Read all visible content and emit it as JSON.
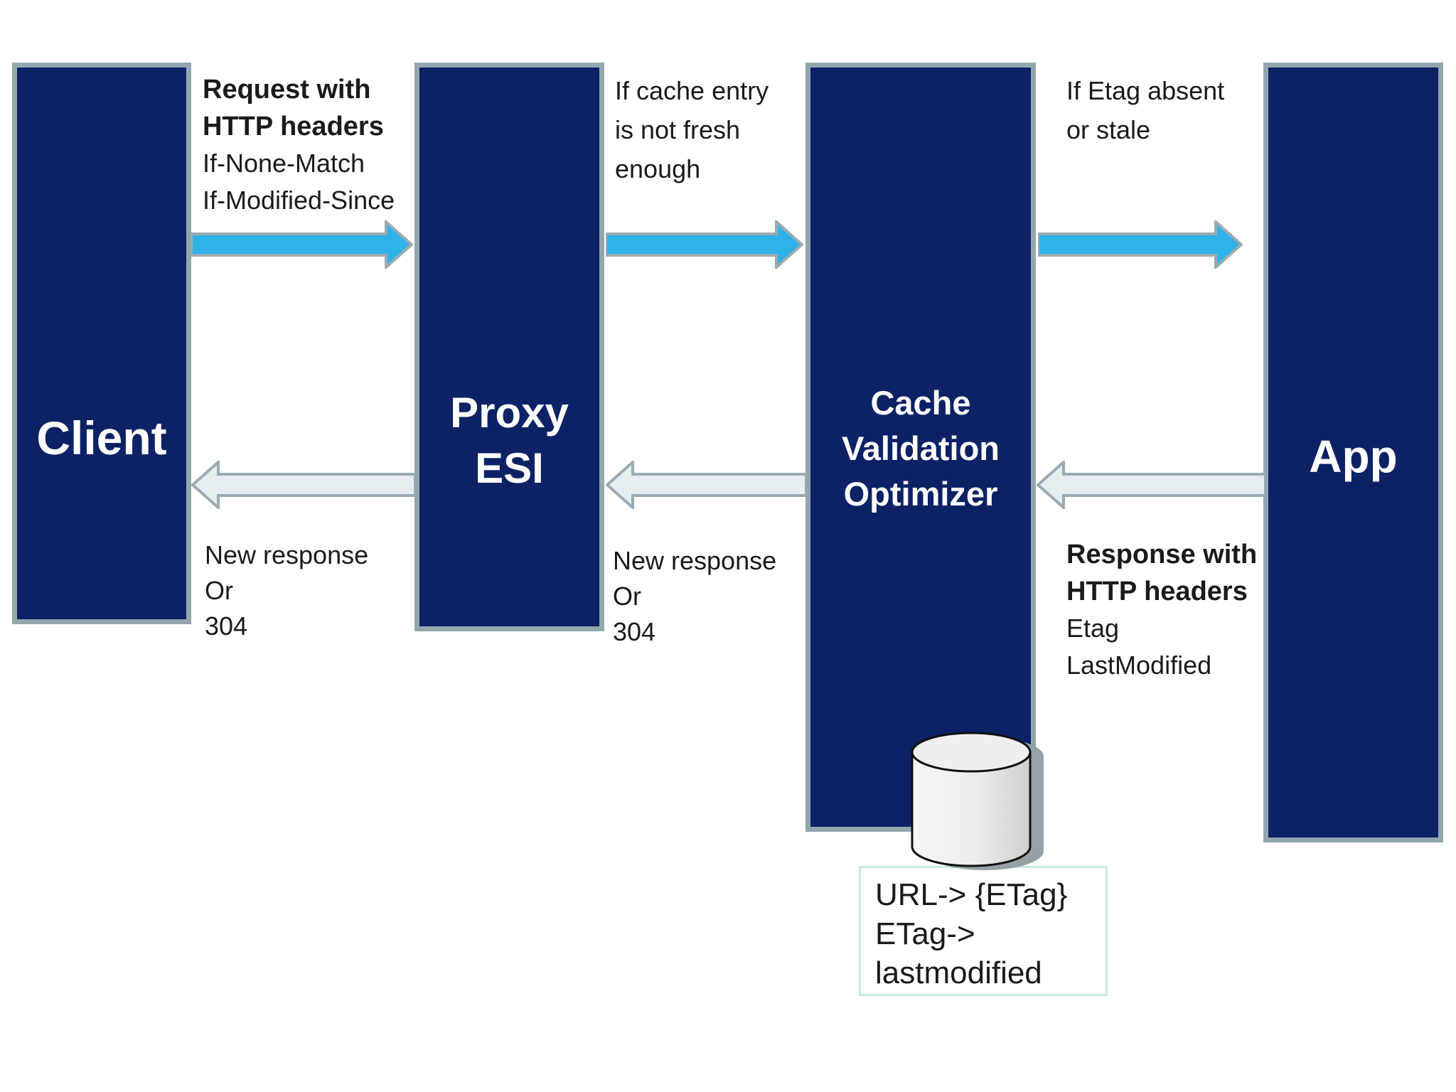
{
  "colors": {
    "column_fill": "#0c2265",
    "column_border": "#93a6ae",
    "arrow_forward_fill": "#2fb2e8",
    "arrow_return_fill": "#e6edf0",
    "arrow_outline": "#9aabb3",
    "note_box_border": "#c9e7e4",
    "cylinder_fill_light": "#f6f6f6",
    "cylinder_fill_dark": "#cfcfcf",
    "cylinder_shadow": "#97a0a5",
    "text_dark": "#1a1a1a",
    "text_light": "#ffffff"
  },
  "columns": {
    "client": {
      "label": "Client"
    },
    "proxy": {
      "line1": "Proxy",
      "line2": "ESI"
    },
    "cvo": {
      "line1": "Cache",
      "line2": "Validation",
      "line3": "Optimizer"
    },
    "app": {
      "label": "App"
    }
  },
  "annotations": {
    "request": {
      "bold1": "Request with",
      "bold2": "HTTP headers",
      "line3": "If-None-Match",
      "line4": "If-Modified-Since"
    },
    "cache_freshness": {
      "line1": "If cache entry",
      "line2": "is not fresh",
      "line3": "enough"
    },
    "etag_check": {
      "line1": "If Etag absent",
      "line2": "or stale"
    },
    "client_return": {
      "line1": "New response",
      "line2": "Or",
      "line3": "304"
    },
    "proxy_return": {
      "line1": "New response",
      "line2": "Or",
      "line3": "304"
    },
    "app_response": {
      "bold1": "Response with",
      "bold2": "HTTP headers",
      "line3": "Etag",
      "line4": "LastModified"
    }
  },
  "datastore": {
    "line1": "URL-> {ETag}",
    "line2": "ETag->",
    "line3": "lastmodified",
    "icon": "database-cylinder-icon"
  }
}
